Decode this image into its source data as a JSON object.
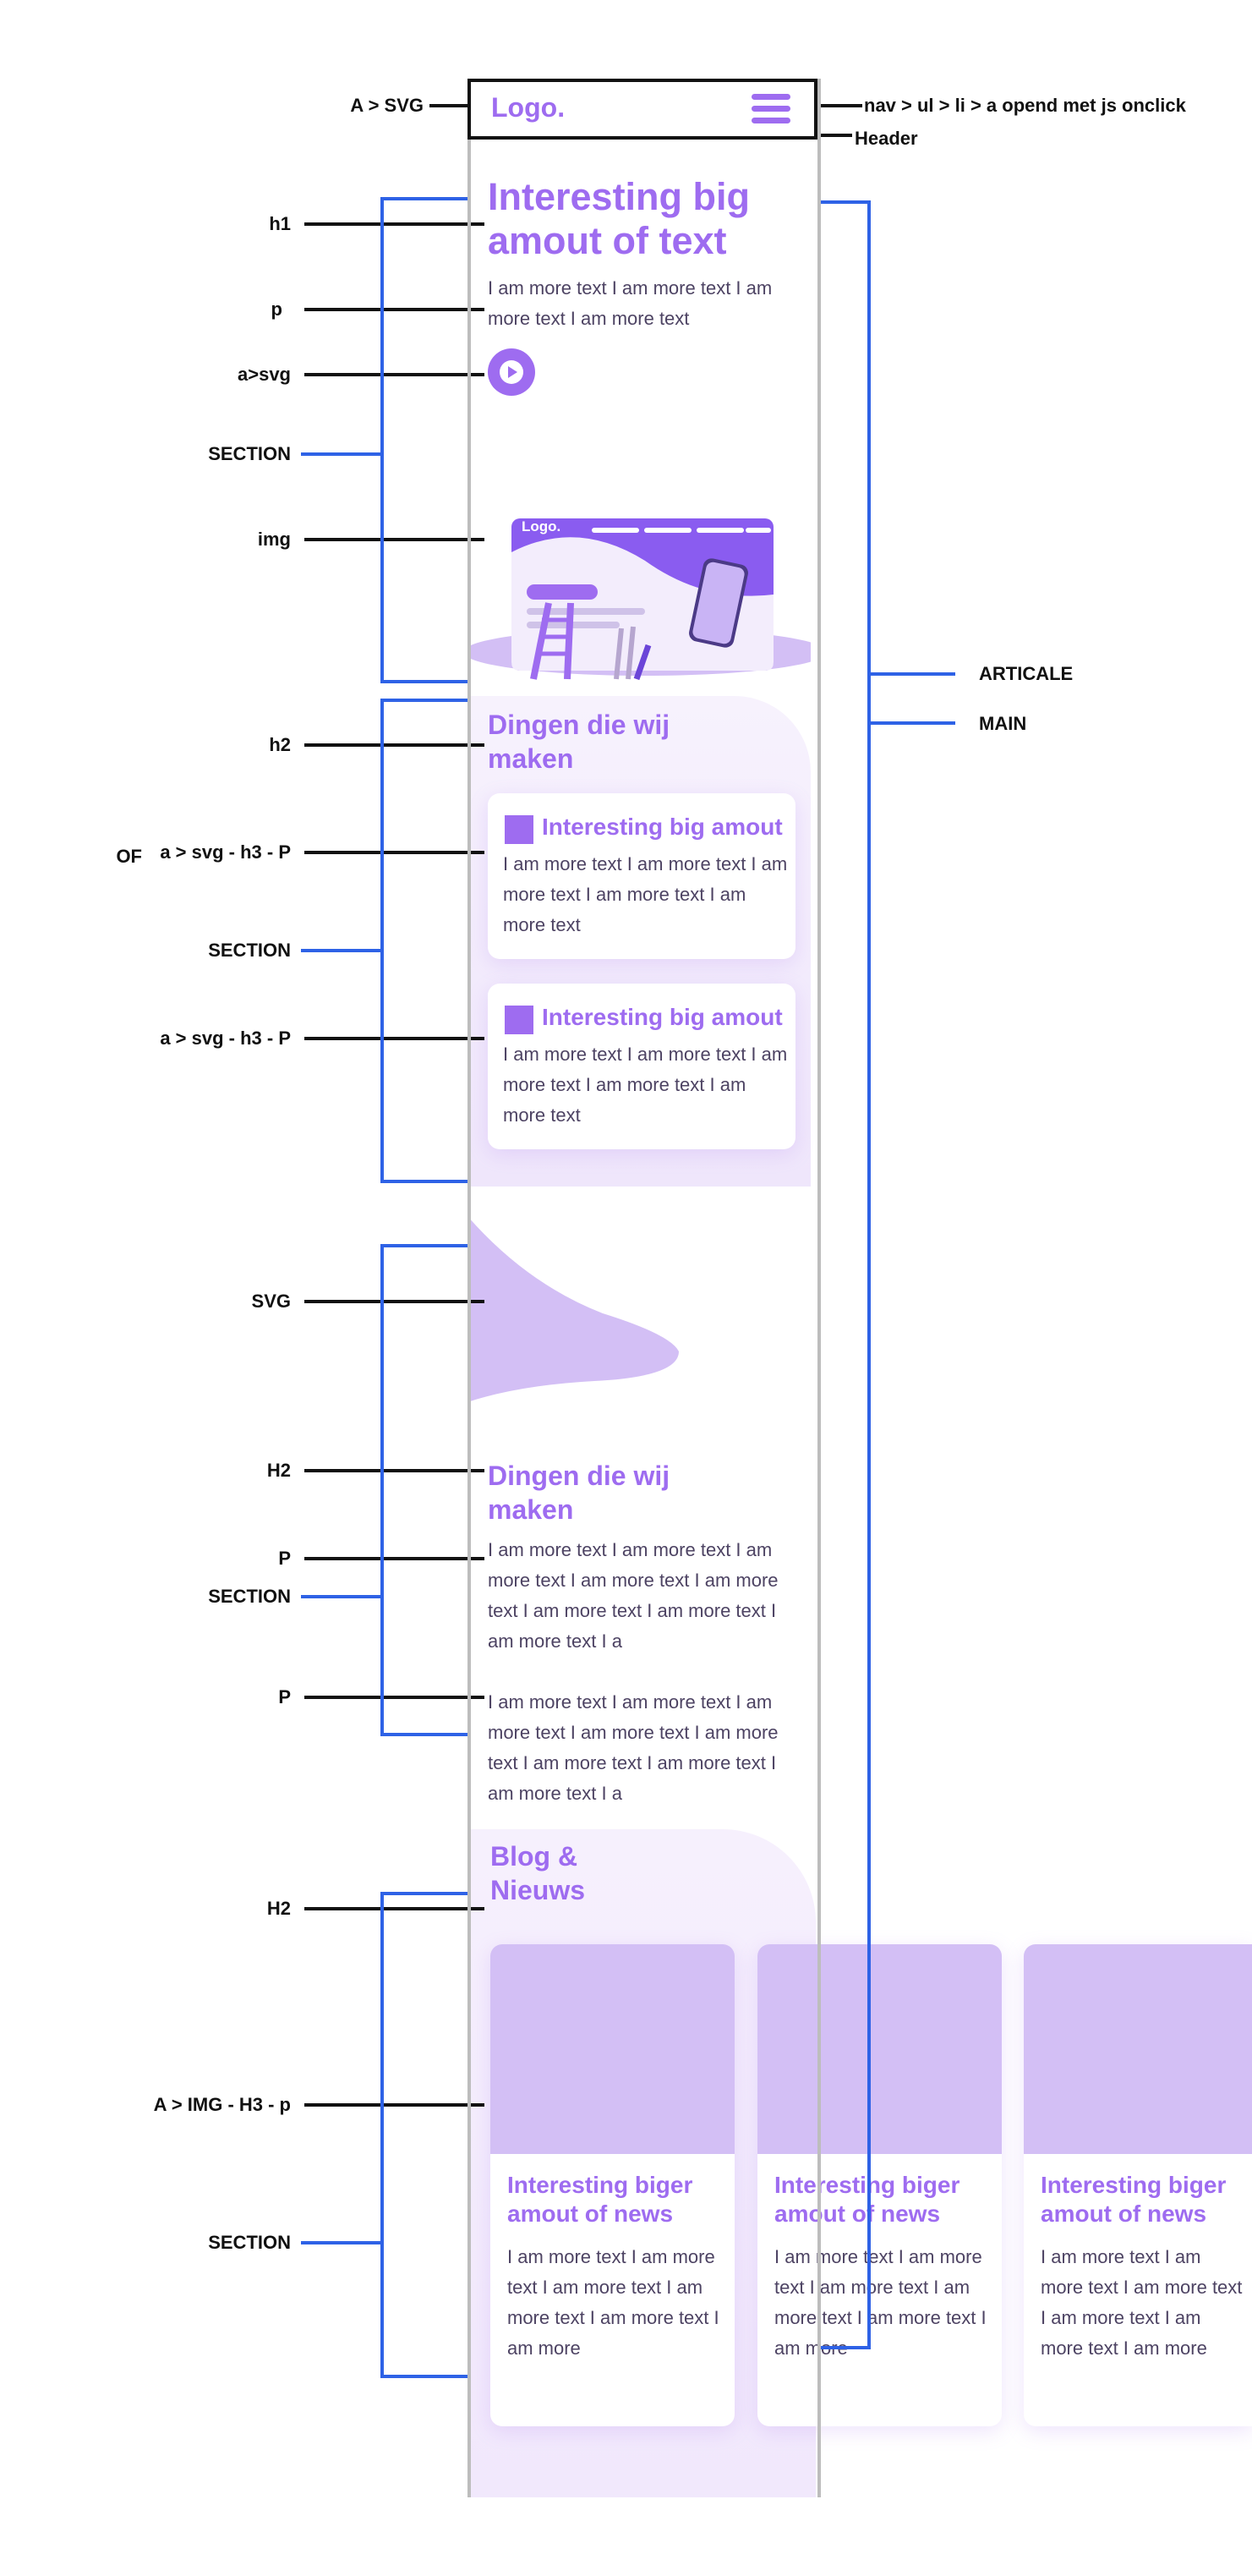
{
  "header": {
    "logo": "Logo.",
    "menu_icon": "hamburger-icon"
  },
  "hero": {
    "title": "Interesting big amout of text",
    "text": "I am more text I am more text I am more text I am more text",
    "play_icon": "play-icon",
    "illustration": {
      "logo": "Logo."
    }
  },
  "section_make": {
    "title": "Dingen die wij maken",
    "cards": [
      {
        "icon": "square-icon",
        "title": "Interesting big amout",
        "text": "I am more text I am more text I am more text I am more text I am more text"
      },
      {
        "icon": "square-icon",
        "title": "Interesting big amout",
        "text": "I am more text I am more text I am more text I am more text I am more text"
      }
    ]
  },
  "section_text": {
    "title": "Dingen die wij maken",
    "p1": "I am more text I am more text I am more text I am more text I am more text I am more text I am more text I am more text I a",
    "p2": "I am more text I am more text I am more text I am more text I am more text I am more text I am more text I am more text I a"
  },
  "section_blog": {
    "title": "Blog & Nieuws",
    "cards": [
      {
        "title": "Interesting biger amout  of news",
        "text": "I am more text I am more text I am more text I am more text I am more text I am more"
      },
      {
        "title": "Interesting biger amout  of news",
        "text": "I am more text I am more text I am more text I am more text I am more text I am more"
      },
      {
        "title": "Interesting biger amout  of news",
        "text": "I am more text I am more text I am more text I am more text I am more text I am more"
      }
    ]
  },
  "annotations": {
    "left": {
      "a_svg": "A > SVG",
      "h1": "h1",
      "p": "p",
      "a_svg2": "a>svg",
      "section1": "SECTION",
      "img": "img",
      "h2_1": "h2",
      "of": "OF",
      "card1": "a > svg - h3 - P",
      "section2": "SECTION",
      "card2": "a > svg - h3 - P",
      "svg": "SVG",
      "h2_2": "H2",
      "p2": "P",
      "section3": "SECTION",
      "p3": "P",
      "h2_3": "H2",
      "blog_card": "A > IMG - H3 - p",
      "section4": "SECTION"
    },
    "right": {
      "nav": "nav > ul > li > a opend met js onclick",
      "header": "Header",
      "articale": "ARTICALE",
      "main": "MAIN"
    }
  },
  "colors": {
    "accent": "#9e6cf0",
    "light": "#d3bff5",
    "pale": "#f3edfc",
    "blue": "#2e62e6"
  }
}
